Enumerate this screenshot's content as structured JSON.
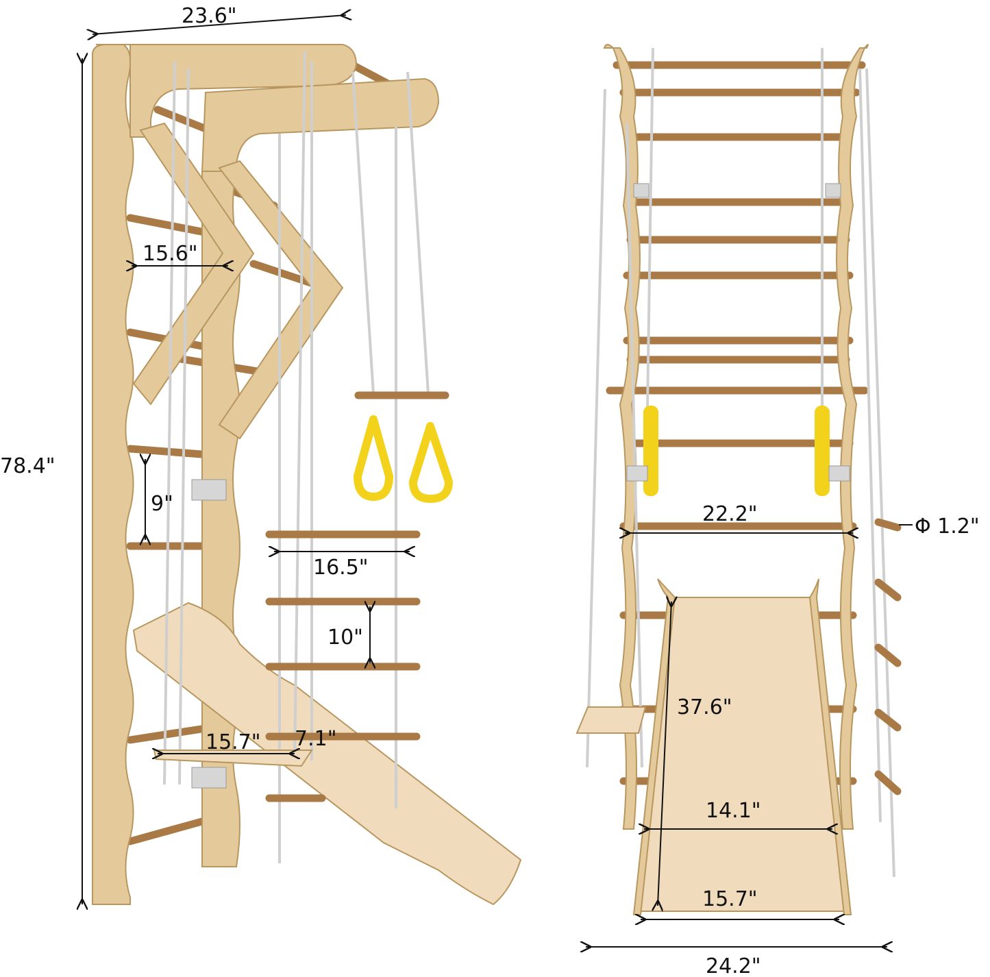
{
  "colors": {
    "wood": "#e4c99a",
    "rung": "#a97a45",
    "ring": "#f2d21b",
    "board": "#f0dcbc"
  },
  "side_view": {
    "total_width": "23.6\"",
    "total_height": "78.4\"",
    "wall_bars_depth": "15.6\"",
    "rung_spacing": "9\"",
    "rope_ladder_width": "16.5\"",
    "rope_ladder_spacing": "10\"",
    "swing_seat_length": "15.7\"",
    "swing_seat_width": "7.1\""
  },
  "front_view": {
    "inner_width": "22.2\"",
    "rung_diameter": "Φ 1.2\"",
    "slide_length": "37.6\"",
    "slide_inner_width": "14.1\"",
    "slide_outer_width": "15.7\"",
    "base_width": "24.2\""
  }
}
